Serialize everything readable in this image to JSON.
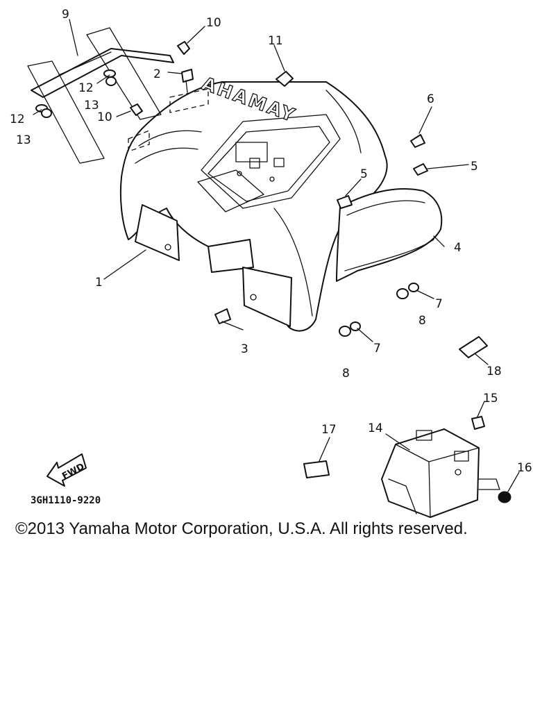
{
  "callouts": {
    "c1": "1",
    "c2": "2",
    "c3": "3",
    "c4": "4",
    "c5a": "5",
    "c5b": "5",
    "c6": "6",
    "c7a": "7",
    "c7b": "7",
    "c8a": "8",
    "c8b": "8",
    "c9": "9",
    "c10a": "10",
    "c10b": "10",
    "c11": "11",
    "c12a": "12",
    "c12b": "12",
    "c13a": "13",
    "c13b": "13",
    "c14": "14",
    "c15": "15",
    "c16": "16",
    "c17": "17",
    "c18": "18"
  },
  "fender_lettering": "YAMAHA",
  "fwd_arrow_label": "FWD",
  "diagram_code": "3GH1110-9220",
  "copyright": "©2013 Yamaha Motor Corporation, U.S.A. All rights reserved."
}
